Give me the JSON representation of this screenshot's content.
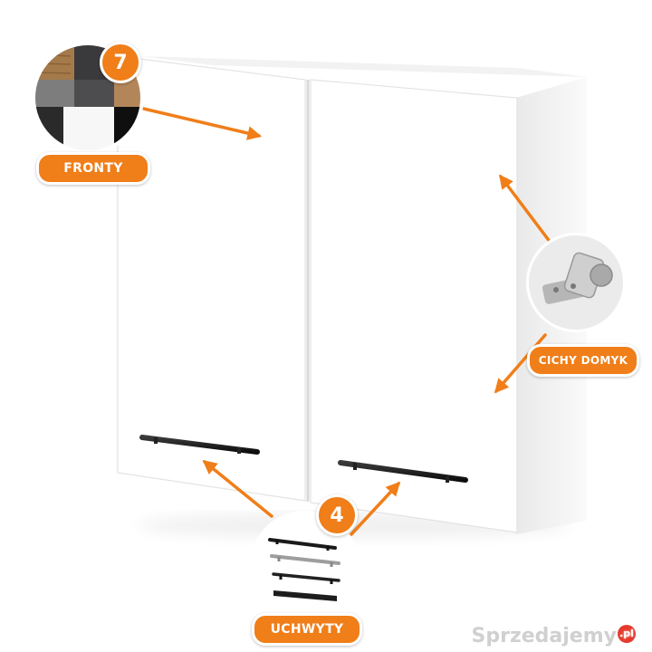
{
  "image": {
    "subject": "white-wall-cabinet",
    "colors": {
      "accent": "#f07e19",
      "cabinet": "#ffffff",
      "handle": "#1c1c1c"
    }
  },
  "callouts": {
    "fronts": {
      "label": "FRONTY",
      "count": "7"
    },
    "hinge": {
      "label": "CICHY DOMYK"
    },
    "handles": {
      "label": "UCHWYTY",
      "count": "4"
    }
  },
  "watermark": {
    "text": "Sprzedajemy",
    "suffix": ".pl"
  }
}
